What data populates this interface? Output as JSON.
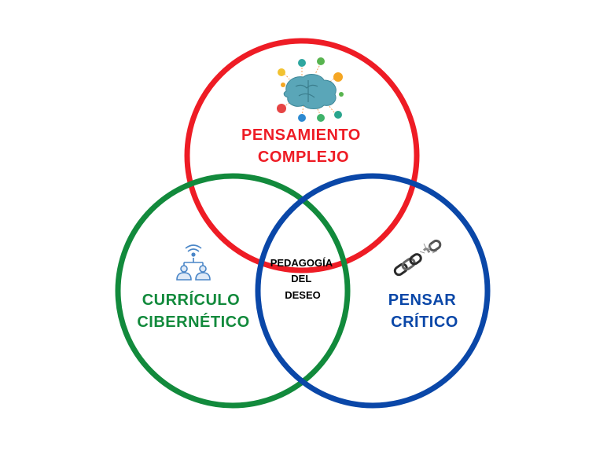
{
  "diagram": {
    "circles": [
      {
        "id": "top",
        "label_lines": [
          "PENSAMIENTO",
          "COMPLEJO"
        ],
        "color": "#ee1c25",
        "icon": "brain-network-icon"
      },
      {
        "id": "left",
        "label_lines": [
          "CURRÍCULO",
          "CIBERNÉTICO"
        ],
        "color": "#128a3c",
        "icon": "network-users-icon"
      },
      {
        "id": "right",
        "label_lines": [
          "PENSAR",
          "CRÍTICO"
        ],
        "color": "#0a47a8",
        "icon": "broken-chain-icon"
      }
    ],
    "center": {
      "label_lines": [
        "PEDAGOGÍA",
        "DEL",
        "DESEO"
      ]
    }
  }
}
